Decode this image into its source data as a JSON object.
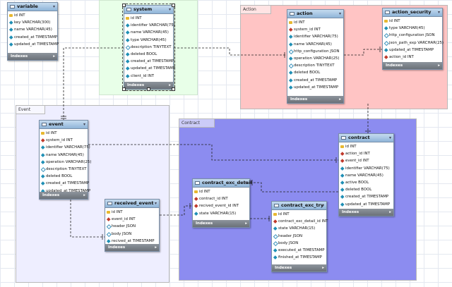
{
  "diagram": {
    "regions": {
      "action": {
        "label": "Action",
        "color": "#ffc4c4"
      },
      "event": {
        "label": "Event",
        "color": "#eeeeff"
      },
      "contract": {
        "label": "Contract",
        "color": "#8c8cf0"
      }
    },
    "footer_label": "Indexes",
    "tables": [
      {
        "id": "variable",
        "name": "variable",
        "columns": [
          {
            "text": "id INT",
            "key": "pk"
          },
          {
            "text": "key VARCHAR(300)",
            "key": "nn"
          },
          {
            "text": "name VARCHAR(45)",
            "key": "nn"
          },
          {
            "text": "created_at TIMESTAMP",
            "key": "nn"
          },
          {
            "text": "updated_at TIMESTAMP",
            "key": "nn"
          }
        ]
      },
      {
        "id": "system",
        "name": "system",
        "columns": [
          {
            "text": "id INT",
            "key": "pk"
          },
          {
            "text": "identifier VARCHAR(75)",
            "key": "nn"
          },
          {
            "text": "name VARCHAR(45)",
            "key": "nn"
          },
          {
            "text": "type VARCHAR(45)",
            "key": "nn"
          },
          {
            "text": "description TINYTEXT",
            "key": "col"
          },
          {
            "text": "deleted BOOL",
            "key": "nn"
          },
          {
            "text": "created_at TIMESTAMP",
            "key": "nn"
          },
          {
            "text": "updated_at TIMESTAMP",
            "key": "nn"
          },
          {
            "text": "client_id INT",
            "key": "nn"
          }
        ]
      },
      {
        "id": "action",
        "name": "action",
        "columns": [
          {
            "text": "id INT",
            "key": "pk"
          },
          {
            "text": "system_id INT",
            "key": "fk"
          },
          {
            "text": "identifier VARCHAR(75)",
            "key": "nn"
          },
          {
            "text": "name VARCHAR(45)",
            "key": "nn"
          },
          {
            "text": "http_configuration JSON",
            "key": "col"
          },
          {
            "text": "operation VARCHAR(25)",
            "key": "nn"
          },
          {
            "text": "description TINYTEXT",
            "key": "col"
          },
          {
            "text": "deleted BOOL",
            "key": "nn"
          },
          {
            "text": "created_at TIMESTAMP",
            "key": "nn"
          },
          {
            "text": "updated_at TIMESTAMP",
            "key": "nn"
          }
        ]
      },
      {
        "id": "action_security",
        "name": "action_security",
        "columns": [
          {
            "text": "id INT",
            "key": "pk"
          },
          {
            "text": "type VARCHAR(45)",
            "key": "nn"
          },
          {
            "text": "http_configuration JSON",
            "key": "col"
          },
          {
            "text": "json_path_exp VARCHAR(25)",
            "key": "col"
          },
          {
            "text": "updated_at TIMESTAMP",
            "key": "nn"
          },
          {
            "text": "action_id INT",
            "key": "fk"
          }
        ]
      },
      {
        "id": "event",
        "name": "event",
        "columns": [
          {
            "text": "id INT",
            "key": "pk"
          },
          {
            "text": "system_id INT",
            "key": "fk"
          },
          {
            "text": "identifier VARCHAR(75)",
            "key": "nn"
          },
          {
            "text": "name VARCHAR(45)",
            "key": "nn"
          },
          {
            "text": "operation VARCHAR(25)",
            "key": "nn"
          },
          {
            "text": "description TINYTEXT",
            "key": "col"
          },
          {
            "text": "deleted BOOL",
            "key": "nn"
          },
          {
            "text": "created_at TIMESTAMP",
            "key": "nn"
          },
          {
            "text": "updated_at TIMESTAMP",
            "key": "nn"
          }
        ]
      },
      {
        "id": "received_event",
        "name": "received_event",
        "columns": [
          {
            "text": "id INT",
            "key": "pk"
          },
          {
            "text": "event_id INT",
            "key": "fk"
          },
          {
            "text": "header JSON",
            "key": "col"
          },
          {
            "text": "body JSON",
            "key": "col"
          },
          {
            "text": "recived_at TIMESTAMP",
            "key": "nn"
          }
        ]
      },
      {
        "id": "contract_exc_detail",
        "name": "contract_exc_detail",
        "columns": [
          {
            "text": "id INT",
            "key": "pk"
          },
          {
            "text": "contract_id INT",
            "key": "fk"
          },
          {
            "text": "recived_event_id INT",
            "key": "fk"
          },
          {
            "text": "state VARCHAR(15)",
            "key": "nn"
          }
        ]
      },
      {
        "id": "contract_exc_try",
        "name": "contract_exc_try",
        "columns": [
          {
            "text": "id INT",
            "key": "pk"
          },
          {
            "text": "contract_exc_detail_id INT",
            "key": "fk"
          },
          {
            "text": "state VARCHAR(15)",
            "key": "nn"
          },
          {
            "text": "header JSON",
            "key": "col"
          },
          {
            "text": "body JSON",
            "key": "col"
          },
          {
            "text": "executed_at TIMESTAMP",
            "key": "nn"
          },
          {
            "text": "finished_at TIMESTAMP",
            "key": "nn"
          }
        ]
      },
      {
        "id": "contract",
        "name": "contract",
        "columns": [
          {
            "text": "id INT",
            "key": "pk"
          },
          {
            "text": "action_id INT",
            "key": "fk"
          },
          {
            "text": "event_id INT",
            "key": "fk"
          },
          {
            "text": "identifier VARCHAR(75)",
            "key": "nn"
          },
          {
            "text": "name VARCHAR(45)",
            "key": "nn"
          },
          {
            "text": "active BOOL",
            "key": "nn"
          },
          {
            "text": "deleted BOOL",
            "key": "nn"
          },
          {
            "text": "created_at TIMESTAMP",
            "key": "nn"
          },
          {
            "text": "updated_at TIMESTAMP",
            "key": "nn"
          }
        ]
      }
    ]
  }
}
